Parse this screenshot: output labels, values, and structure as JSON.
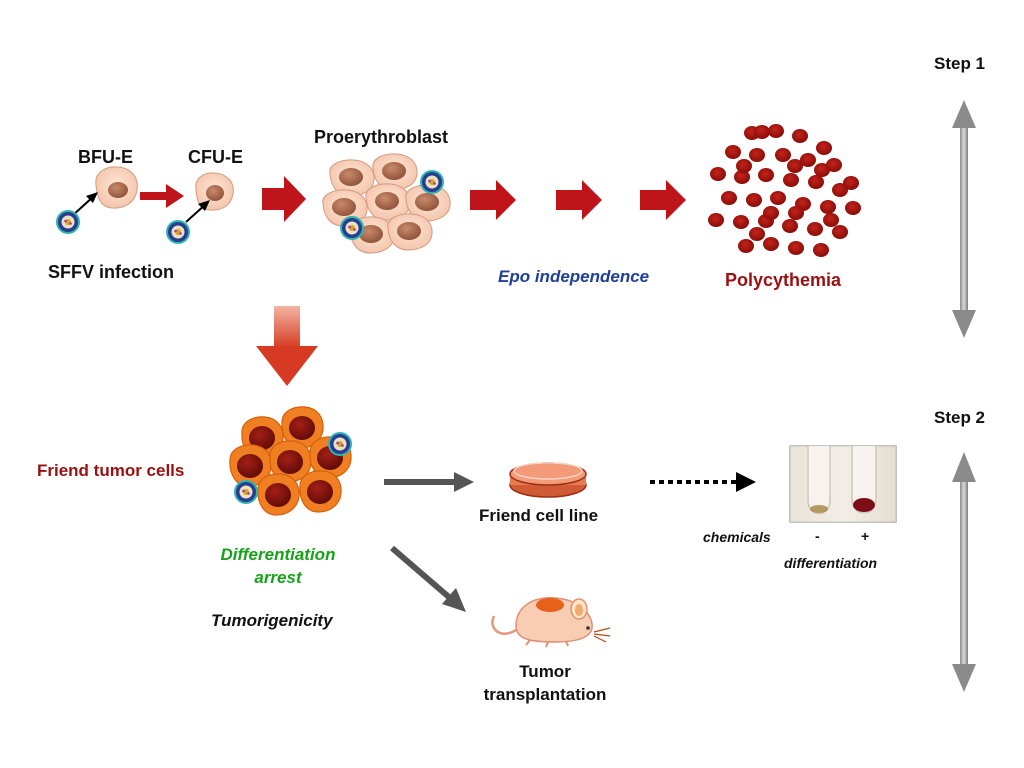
{
  "steps": {
    "step1": "Step 1",
    "step2": "Step 2"
  },
  "stages": {
    "bfu": "BFU-E",
    "cfu": "CFU-E",
    "proerythroblast": "Proerythroblast",
    "infection": "SFFV infection",
    "epo": "Epo independence",
    "polycythemia": "Polycythemia"
  },
  "lower": {
    "tumor_cells": "Friend tumor cells",
    "differentiation_arrest_1": "Differentiation",
    "differentiation_arrest_2": "arrest",
    "tumorigenicity": "Tumorigenicity",
    "cell_line": "Friend cell line",
    "transplantation_1": "Tumor",
    "transplantation_2": "transplantation",
    "chemicals": "chemicals",
    "minus": "-",
    "plus": "+",
    "differentiation": "differentiation"
  },
  "colors": {
    "dark_red": "#9b1010",
    "arrow_red": "#c0141b",
    "blue_text": "#1f3f99",
    "green_text": "#17a317",
    "grey_arrow": "#555555",
    "tumor_orange": "#f07f22"
  }
}
